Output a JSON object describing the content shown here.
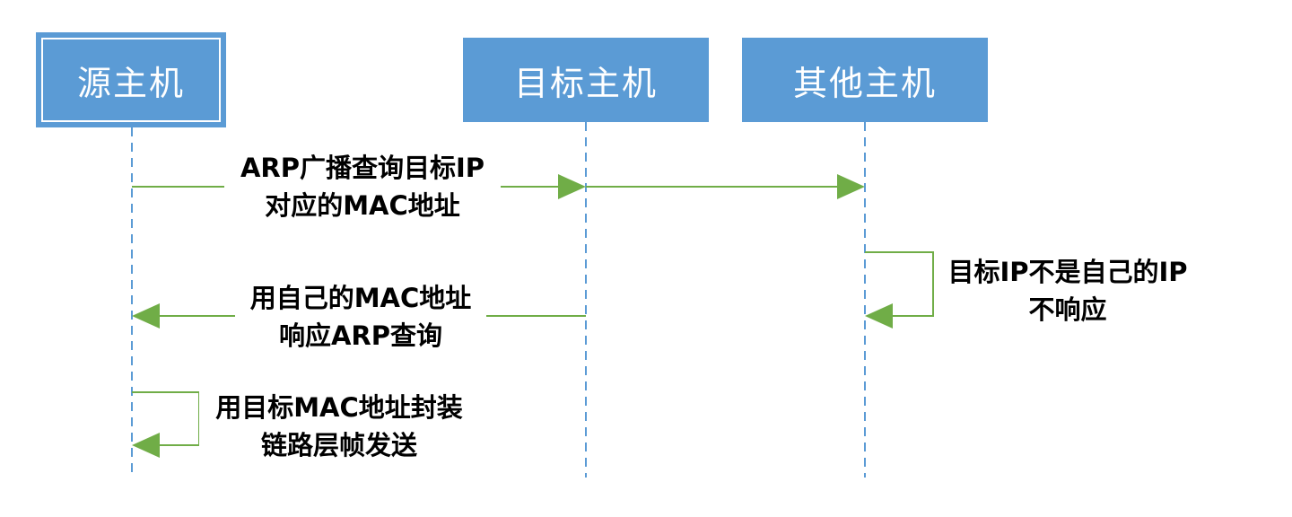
{
  "participants": {
    "source": "源主机",
    "target": "目标主机",
    "other": "其他主机"
  },
  "messages": {
    "arp_broadcast": {
      "line1": "ARP广播查询目标IP",
      "line2": "对应的MAC地址"
    },
    "arp_reply": {
      "line1": "用自己的MAC地址",
      "line2": "响应ARP查询"
    },
    "encapsulate": {
      "line1": "用目标MAC地址封装",
      "line2": "链路层帧发送"
    },
    "no_reply": {
      "line1": "目标IP不是自己的IP",
      "line2": "不响应"
    }
  },
  "colors": {
    "box_fill": "#5b9bd5",
    "box_text": "#ffffff",
    "lifeline": "#5b9bd5",
    "arrow": "#70ad47"
  }
}
